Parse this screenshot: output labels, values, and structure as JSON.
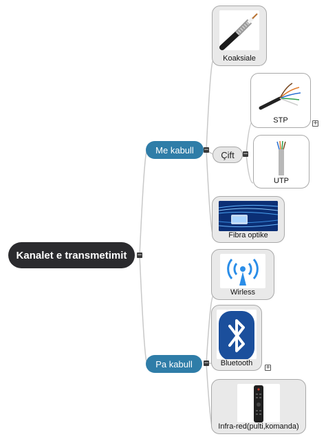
{
  "root": {
    "label": "Kanalet e transmetimit"
  },
  "branches": {
    "wired": {
      "label": "Me kabull"
    },
    "wireless": {
      "label": "Pa kabull"
    }
  },
  "subgroup": {
    "label": "Çift"
  },
  "cards": {
    "coax": {
      "label": "Koaksiale",
      "icon": "coaxial-cable-photo"
    },
    "stp": {
      "label": "STP",
      "icon": "stp-cable-photo"
    },
    "utp": {
      "label": "UTP",
      "icon": "utp-cable-photo"
    },
    "fiber": {
      "label": "Fibra optike",
      "icon": "fiber-optic-photo"
    },
    "wireless": {
      "label": "Wirless",
      "icon": "wireless-signal-icon"
    },
    "bluetooth": {
      "label": "Bluetooth",
      "icon": "bluetooth-logo"
    },
    "infrared": {
      "label": "Infra-red(pulti,komanda)",
      "icon": "remote-control-photo"
    }
  },
  "colors": {
    "root": "#2b2b2e",
    "branch": "#2f7da8",
    "connector": "#c8c8c8",
    "bluetooth": "#1b4f9c"
  },
  "toggles": {
    "collapse": "−",
    "expand": "+"
  }
}
